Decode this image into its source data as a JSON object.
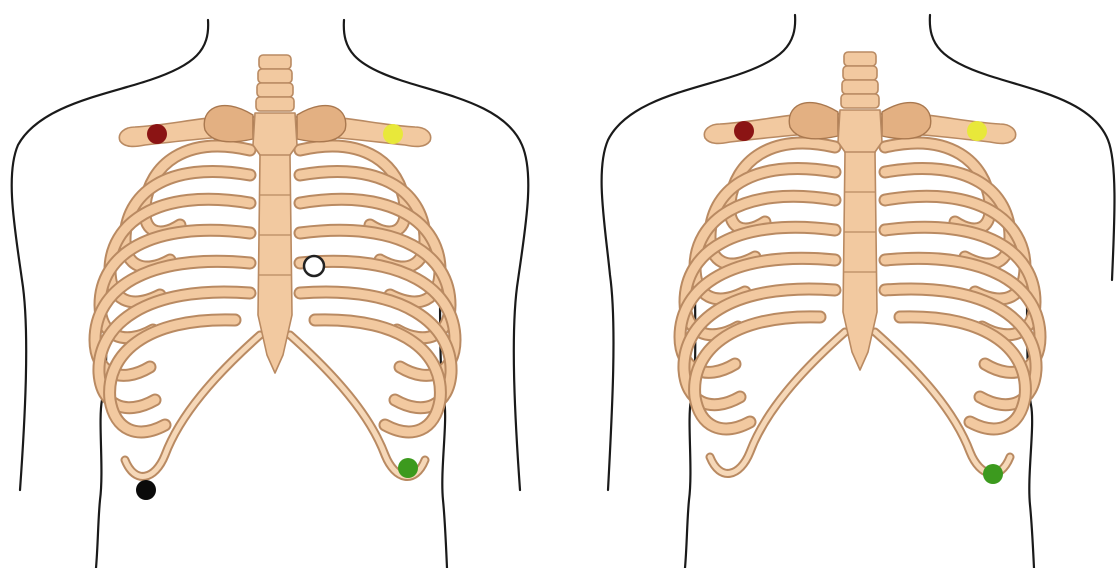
{
  "panels": [
    {
      "id": "left",
      "electrodes": [
        {
          "name": "right-arm",
          "color": "#8b1414"
        },
        {
          "name": "left-arm",
          "color": "#e8e83a"
        },
        {
          "name": "chest",
          "color": "#ffffff",
          "stroke": "#222222"
        },
        {
          "name": "left-leg",
          "color": "#3c9a1e"
        },
        {
          "name": "right-leg",
          "color": "#0a0a0a"
        }
      ]
    },
    {
      "id": "right",
      "electrodes": [
        {
          "name": "right-arm",
          "color": "#8b1414"
        },
        {
          "name": "left-arm",
          "color": "#e8e83a"
        },
        {
          "name": "left-leg",
          "color": "#3c9a1e"
        }
      ]
    }
  ],
  "colors": {
    "bone": "#f2c9a0",
    "bone_outline": "#b98a62",
    "body_outline": "#1a1a1a"
  }
}
